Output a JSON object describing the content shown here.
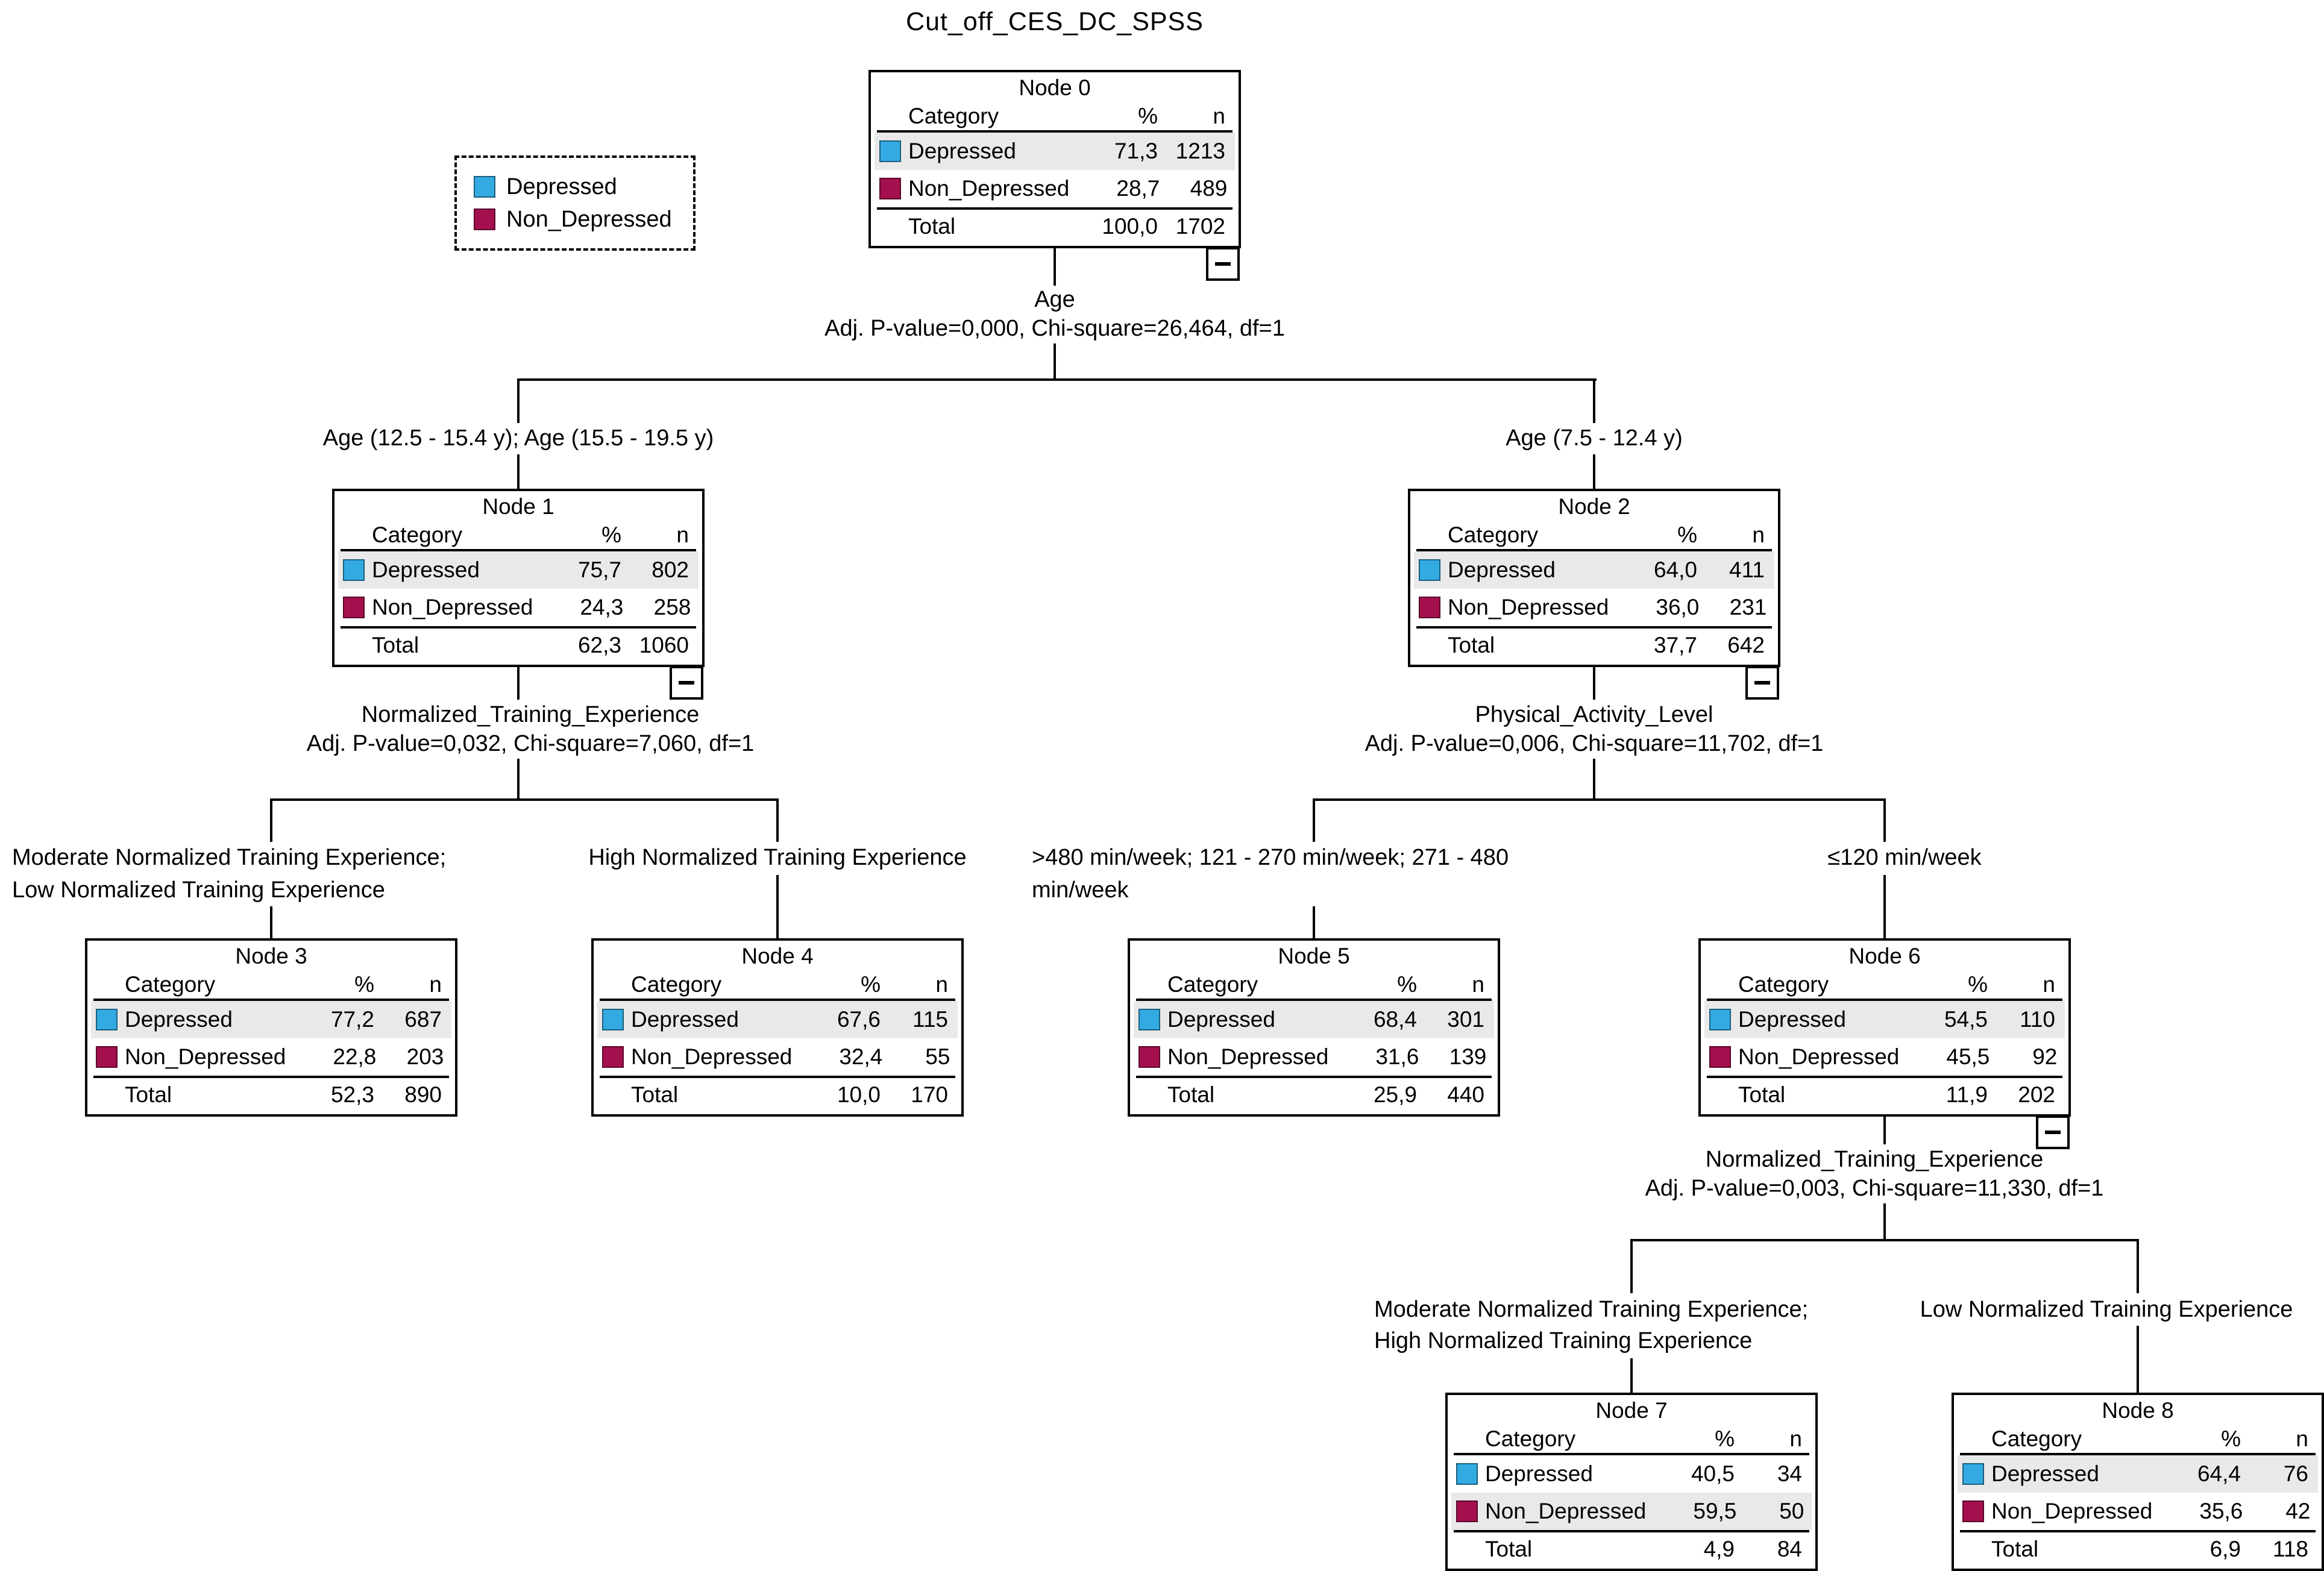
{
  "title": "Cut_off_CES_DC_SPSS",
  "colors": {
    "depressed": "#33ABE2",
    "non_depressed": "#A4104E",
    "row_highlight": "#E9E9E9",
    "line": "#000000"
  },
  "legend": {
    "items": [
      {
        "label": "Depressed"
      },
      {
        "label": "Non_Depressed"
      }
    ]
  },
  "headers": {
    "category": "Category",
    "percent": "%",
    "count": "n",
    "total": "Total"
  },
  "nodes": [
    {
      "title": "Node 0",
      "rows": [
        {
          "category": "Depressed",
          "pct": "71,3",
          "n": "1213",
          "highlight": true
        },
        {
          "category": "Non_Depressed",
          "pct": "28,7",
          "n": "489",
          "highlight": false
        }
      ],
      "total": {
        "pct": "100,0",
        "n": "1702"
      },
      "collapsible": true
    },
    {
      "title": "Node 1",
      "rows": [
        {
          "category": "Depressed",
          "pct": "75,7",
          "n": "802",
          "highlight": true
        },
        {
          "category": "Non_Depressed",
          "pct": "24,3",
          "n": "258",
          "highlight": false
        }
      ],
      "total": {
        "pct": "62,3",
        "n": "1060"
      },
      "collapsible": true
    },
    {
      "title": "Node 2",
      "rows": [
        {
          "category": "Depressed",
          "pct": "64,0",
          "n": "411",
          "highlight": true
        },
        {
          "category": "Non_Depressed",
          "pct": "36,0",
          "n": "231",
          "highlight": false
        }
      ],
      "total": {
        "pct": "37,7",
        "n": "642"
      },
      "collapsible": true
    },
    {
      "title": "Node 3",
      "rows": [
        {
          "category": "Depressed",
          "pct": "77,2",
          "n": "687",
          "highlight": true
        },
        {
          "category": "Non_Depressed",
          "pct": "22,8",
          "n": "203",
          "highlight": false
        }
      ],
      "total": {
        "pct": "52,3",
        "n": "890"
      },
      "collapsible": false
    },
    {
      "title": "Node 4",
      "rows": [
        {
          "category": "Depressed",
          "pct": "67,6",
          "n": "115",
          "highlight": true
        },
        {
          "category": "Non_Depressed",
          "pct": "32,4",
          "n": "55",
          "highlight": false
        }
      ],
      "total": {
        "pct": "10,0",
        "n": "170"
      },
      "collapsible": false
    },
    {
      "title": "Node 5",
      "rows": [
        {
          "category": "Depressed",
          "pct": "68,4",
          "n": "301",
          "highlight": true
        },
        {
          "category": "Non_Depressed",
          "pct": "31,6",
          "n": "139",
          "highlight": false
        }
      ],
      "total": {
        "pct": "25,9",
        "n": "440"
      },
      "collapsible": false
    },
    {
      "title": "Node 6",
      "rows": [
        {
          "category": "Depressed",
          "pct": "54,5",
          "n": "110",
          "highlight": true
        },
        {
          "category": "Non_Depressed",
          "pct": "45,5",
          "n": "92",
          "highlight": false
        }
      ],
      "total": {
        "pct": "11,9",
        "n": "202"
      },
      "collapsible": true
    },
    {
      "title": "Node 7",
      "rows": [
        {
          "category": "Depressed",
          "pct": "40,5",
          "n": "34",
          "highlight": false
        },
        {
          "category": "Non_Depressed",
          "pct": "59,5",
          "n": "50",
          "highlight": true
        }
      ],
      "total": {
        "pct": "4,9",
        "n": "84"
      },
      "collapsible": false
    },
    {
      "title": "Node 8",
      "rows": [
        {
          "category": "Depressed",
          "pct": "64,4",
          "n": "76",
          "highlight": true
        },
        {
          "category": "Non_Depressed",
          "pct": "35,6",
          "n": "42",
          "highlight": false
        }
      ],
      "total": {
        "pct": "6,9",
        "n": "118"
      },
      "collapsible": false
    }
  ],
  "splits": [
    {
      "variable": "Age",
      "stats": "Adj. P-value=0,000, Chi-square=26,464, df=1"
    },
    {
      "variable": "Normalized_Training_Experience",
      "stats": "Adj. P-value=0,032, Chi-square=7,060, df=1"
    },
    {
      "variable": "Physical_Activity_Level",
      "stats": "Adj. P-value=0,006, Chi-square=11,702, df=1"
    },
    {
      "variable": "Normalized_Training_Experience",
      "stats": "Adj. P-value=0,003, Chi-square=11,330, df=1"
    }
  ],
  "branch_labels": [
    {
      "lines": [
        "Age (12.5 - 15.4 y); Age (15.5 - 19.5 y)"
      ]
    },
    {
      "lines": [
        "Age (7.5 - 12.4 y)"
      ]
    },
    {
      "lines": [
        "Moderate Normalized Training Experience;",
        "Low Normalized Training Experience"
      ]
    },
    {
      "lines": [
        "High Normalized Training Experience"
      ]
    },
    {
      "lines": [
        ">480 min/week; 121 - 270 min/week; 271 - 480",
        "min/week"
      ]
    },
    {
      "lines": [
        "≤120 min/week"
      ]
    },
    {
      "lines": [
        "Moderate Normalized Training Experience;",
        "High Normalized Training Experience"
      ]
    },
    {
      "lines": [
        "Low Normalized Training Experience"
      ]
    }
  ],
  "collapse_icon": "minus"
}
